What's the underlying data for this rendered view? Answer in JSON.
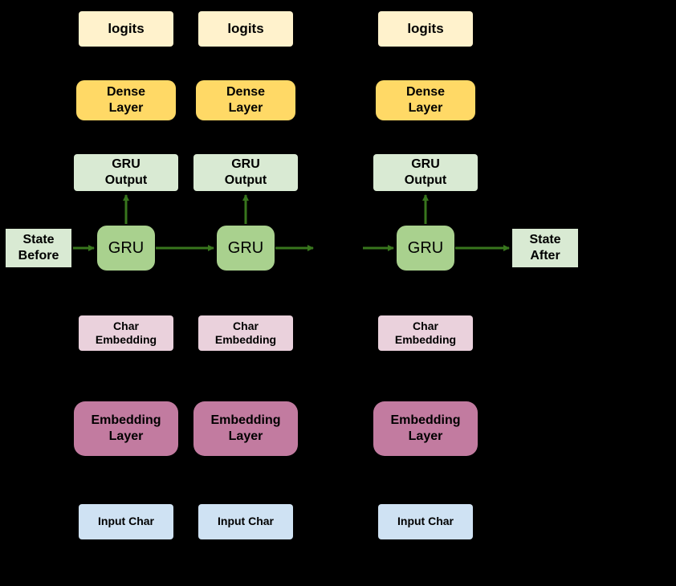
{
  "labels": {
    "logits": "logits",
    "dense_layer": "Dense\nLayer",
    "gru_output": "GRU\nOutput",
    "gru": "GRU",
    "state_before": "State\nBefore",
    "state_after": "State\nAfter",
    "char_embedding": "Char\nEmbedding",
    "embedding_layer": "Embedding\nLayer",
    "input_char": "Input Char"
  },
  "colors": {
    "background": "#000000",
    "arrow": "#38761d",
    "logits_bg": "#fff2cc",
    "dense_bg": "#ffd966",
    "gru_output_bg": "#d9ead3",
    "gru_bg": "#a9d18e",
    "state_bg": "#d9ead3",
    "char_embedding_bg": "#ead1dc",
    "embedding_bg": "#c27ba0",
    "input_char_bg": "#cfe2f3",
    "text": "#000000"
  }
}
